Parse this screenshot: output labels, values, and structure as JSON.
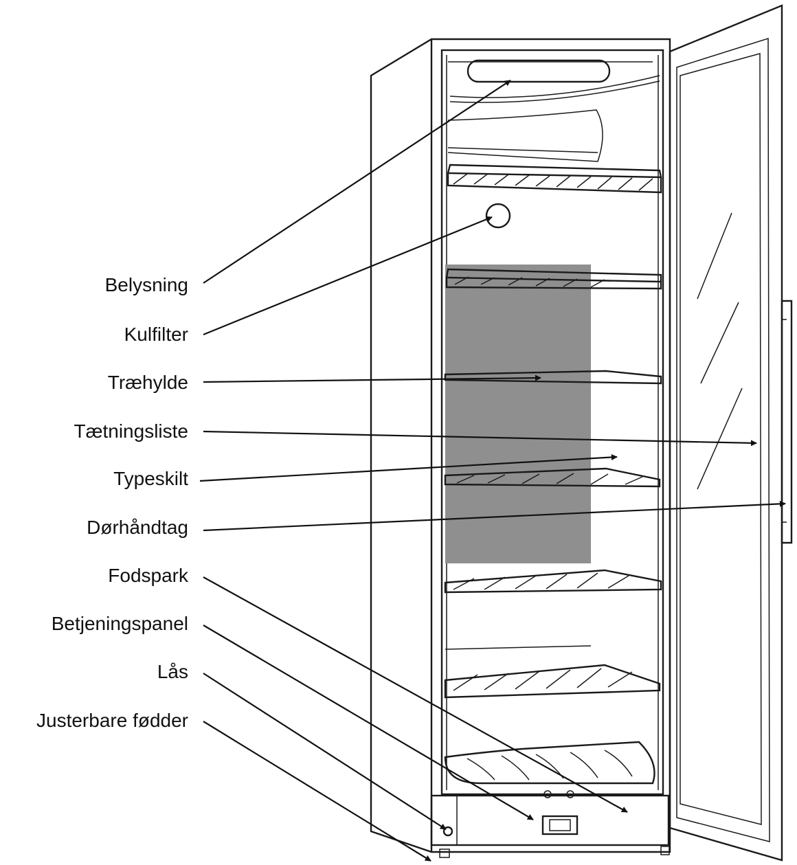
{
  "labels": [
    {
      "id": "belysning",
      "text": "Belysning"
    },
    {
      "id": "kulfilter",
      "text": "Kulfilter"
    },
    {
      "id": "traehylde",
      "text": "Træhylde"
    },
    {
      "id": "taetningsliste",
      "text": "Tætningsliste"
    },
    {
      "id": "typeskilt",
      "text": "Typeskilt"
    },
    {
      "id": "dorhandtag",
      "text": "Dørhåndtag"
    },
    {
      "id": "fodspark",
      "text": "Fodspark"
    },
    {
      "id": "betjeningspanel",
      "text": "Betjeningspanel"
    },
    {
      "id": "laas",
      "text": "Lås"
    },
    {
      "id": "justerbare",
      "text": "Justerbare fødder"
    }
  ],
  "colors": {
    "back_panel": "#8f8f8f",
    "line": "#111111",
    "background": "#ffffff"
  }
}
